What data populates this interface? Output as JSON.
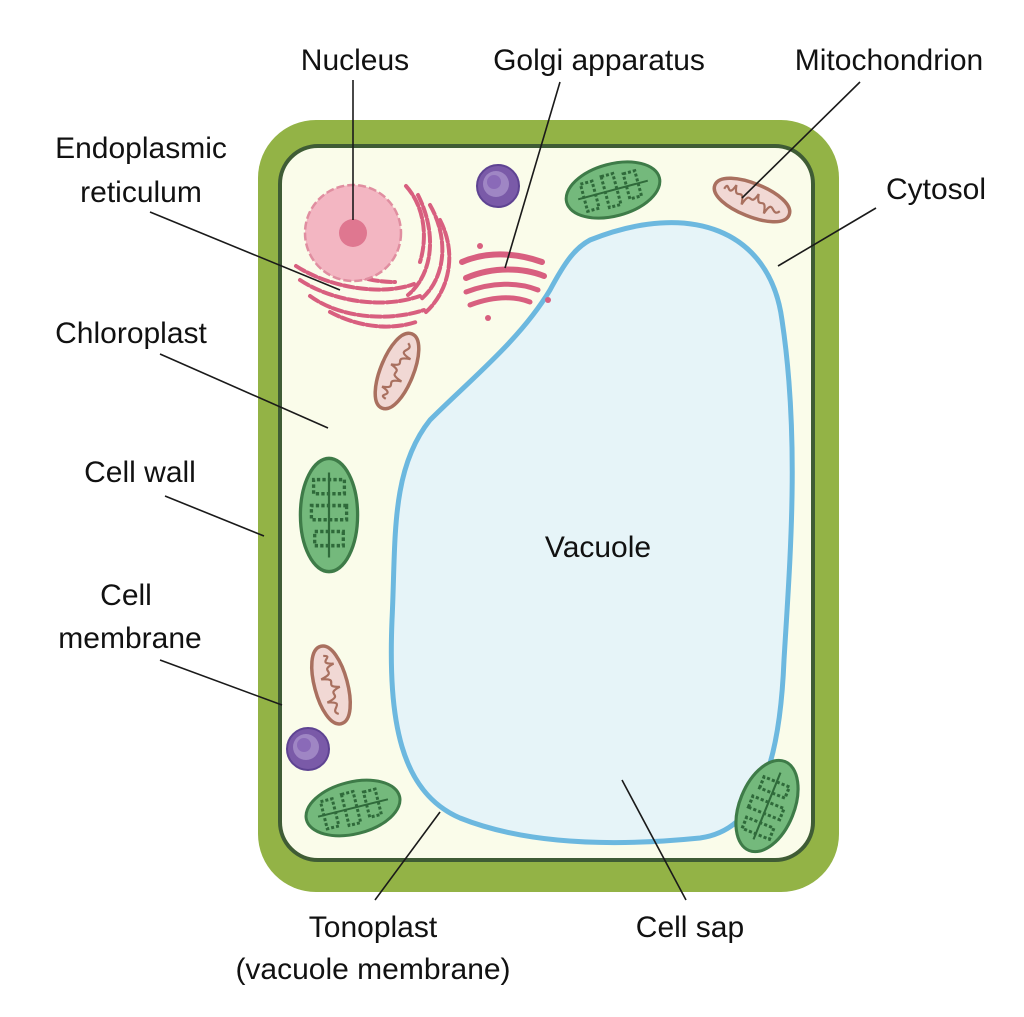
{
  "diagram": {
    "labels": {
      "nucleus": "Nucleus",
      "golgi": "Golgi apparatus",
      "mitochondrion": "Mitochondrion",
      "er_line1": "Endoplasmic",
      "er_line2": "reticulum",
      "cytosol": "Cytosol",
      "chloroplast": "Chloroplast",
      "cell_wall": "Cell wall",
      "membrane_line1": "Cell",
      "membrane_line2": "membrane",
      "vacuole": "Vacuole",
      "tonoplast_line1": "Tonoplast",
      "tonoplast_line2": "(vacuole membrane)",
      "cell_sap": "Cell sap"
    },
    "colors": {
      "cell_wall": "#93b346",
      "cell_membrane": "#3f5c35",
      "cytoplasm": "#fafcea",
      "vacuole_fill": "#e6f4f8",
      "vacuole_outline": "#6cb8df",
      "chloroplast_fill": "#74b97c",
      "chloroplast_stroke": "#3e7b48",
      "mitochondrion_fill": "#f1d8d4",
      "mitochondrion_stroke": "#a9705f",
      "nucleus_fill": "#f3b6c2",
      "nucleolus": "#df7790",
      "er_color": "#d85f7f",
      "vesicle_fill": "#7a5aa8"
    }
  }
}
